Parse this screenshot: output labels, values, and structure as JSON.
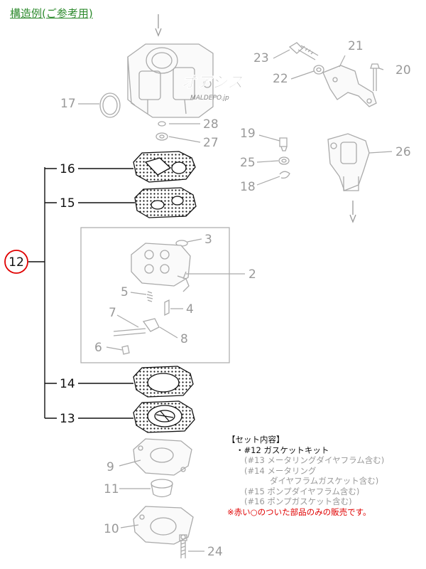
{
  "title": "構造例(ご参考用)",
  "watermark": {
    "brand": "オアシス",
    "site": "MALDEPO.jp"
  },
  "callouts": {
    "n2": "2",
    "n3": "3",
    "n4": "4",
    "n5": "5",
    "n6": "6",
    "n7": "7",
    "n8": "8",
    "n9": "9",
    "n10": "10",
    "n11": "11",
    "n12": "12",
    "n13": "13",
    "n14": "14",
    "n15": "15",
    "n16": "16",
    "n17": "17",
    "n18": "18",
    "n19": "19",
    "n20": "20",
    "n21": "21",
    "n22": "22",
    "n23": "23",
    "n24": "24",
    "n25": "25",
    "n26": "26",
    "n27": "27",
    "n28": "28"
  },
  "set_contents": {
    "header": "【セット内容】",
    "item": "・#12 ガスケットキット",
    "sub1": "(#13 メータリングダイヤフラム含む)",
    "sub2a": "(#14 メータリング",
    "sub2b": "ダイヤフラムガスケット含む)",
    "sub3": "(#15 ポンプダイヤフラム含む)",
    "sub4": "(#16 ポンプガスケット含む)",
    "note": "※赤い○のついた部品のみの販売です。"
  },
  "colors": {
    "title": "#2e8b2e",
    "highlight": "#e00000",
    "faded": "#999999"
  }
}
